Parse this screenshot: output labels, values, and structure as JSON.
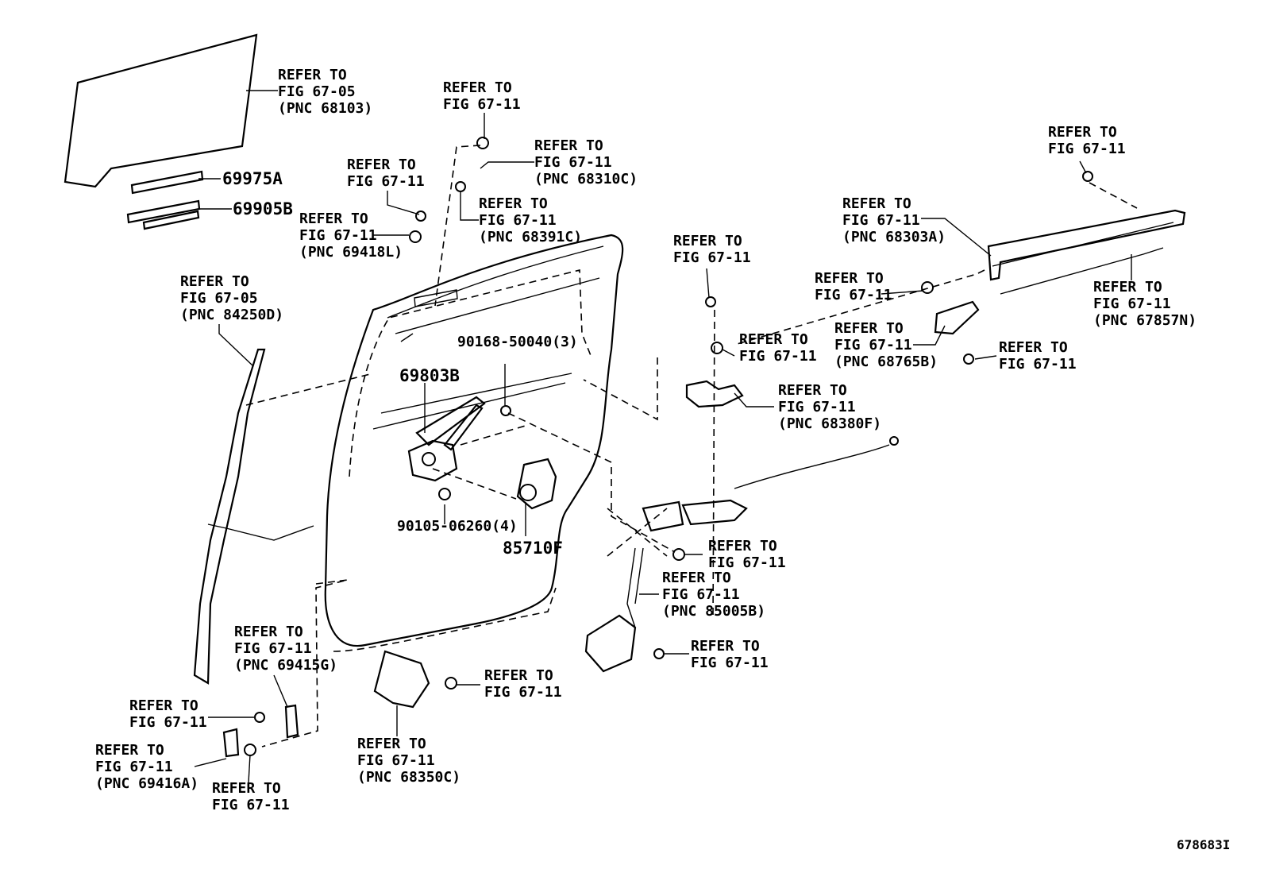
{
  "diagram": {
    "figure_id": "678683I",
    "callouts": [
      {
        "id": "glass",
        "lines": [
          "REFER TO",
          "FIG 67-05",
          "(PNC 68103)"
        ]
      },
      {
        "id": "bolt-top",
        "lines": [
          "REFER TO",
          "FIG 67-11"
        ]
      },
      {
        "id": "hinge-upper",
        "lines": [
          "REFER TO",
          "FIG 67-11",
          "(PNC 68310C)"
        ]
      },
      {
        "id": "nut-upper-left",
        "lines": [
          "REFER TO",
          "FIG 67-11"
        ]
      },
      {
        "id": "roller-upper",
        "lines": [
          "REFER TO",
          "FIG 67-11",
          "(PNC 68391C)"
        ]
      },
      {
        "id": "cushion",
        "lines": [
          "REFER TO",
          "FIG 67-11",
          "(PNC 69418L)"
        ]
      },
      {
        "id": "weatherstrip",
        "lines": [
          "REFER TO",
          "FIG 67-05",
          "(PNC 84250D)"
        ]
      },
      {
        "id": "bolt-rail",
        "lines": [
          "REFER TO",
          "FIG 67-11"
        ]
      },
      {
        "id": "rail-upper",
        "lines": [
          "REFER TO",
          "FIG 67-11",
          "(PNC 68303A)"
        ]
      },
      {
        "id": "bolt-center",
        "lines": [
          "REFER TO",
          "FIG 67-11"
        ]
      },
      {
        "id": "nut-rail",
        "lines": [
          "REFER TO",
          "FIG 67-11"
        ]
      },
      {
        "id": "cable-rear",
        "lines": [
          "REFER TO",
          "FIG 67-11",
          "(PNC 67857N)"
        ]
      },
      {
        "id": "stopper",
        "lines": [
          "REFER TO",
          "FIG 67-11",
          "(PNC 68765B)"
        ]
      },
      {
        "id": "nut-center",
        "lines": [
          "REFER TO",
          "FIG 67-11"
        ]
      },
      {
        "id": "pin-rear",
        "lines": [
          "REFER TO",
          "FIG 67-11"
        ]
      },
      {
        "id": "hinge-center",
        "lines": [
          "REFER TO",
          "FIG 67-11",
          "(PNC 68380F)"
        ]
      },
      {
        "id": "bolt-latch",
        "lines": [
          "REFER TO",
          "FIG 67-11"
        ]
      },
      {
        "id": "latch-assy",
        "lines": [
          "REFER TO",
          "FIG 67-11",
          "(PNC 85005B)"
        ]
      },
      {
        "id": "screw-latch",
        "lines": [
          "REFER TO",
          "FIG 67-11"
        ]
      },
      {
        "id": "striker",
        "lines": [
          "REFER TO",
          "FIG 67-11",
          "(PNC 69415G)"
        ]
      },
      {
        "id": "bolt-lower-left",
        "lines": [
          "REFER TO",
          "FIG 67-11"
        ]
      },
      {
        "id": "plate-lower",
        "lines": [
          "REFER TO",
          "FIG 67-11",
          "(PNC 69416A)"
        ]
      },
      {
        "id": "bolt-lower",
        "lines": [
          "REFER TO",
          "FIG 67-11"
        ]
      },
      {
        "id": "bolt-hinge-lower",
        "lines": [
          "REFER TO",
          "FIG 67-11"
        ]
      },
      {
        "id": "hinge-lower",
        "lines": [
          "REFER TO",
          "FIG 67-11",
          "(PNC 68350C)"
        ]
      }
    ],
    "part_numbers": [
      {
        "id": "pn-69975A",
        "text": "69975A"
      },
      {
        "id": "pn-69905B",
        "text": "69905B"
      },
      {
        "id": "pn-90168",
        "text": "90168-50040(3)"
      },
      {
        "id": "pn-69803B",
        "text": "69803B"
      },
      {
        "id": "pn-90105",
        "text": "90105-06260(4)"
      },
      {
        "id": "pn-85710F",
        "text": "85710F"
      }
    ]
  }
}
